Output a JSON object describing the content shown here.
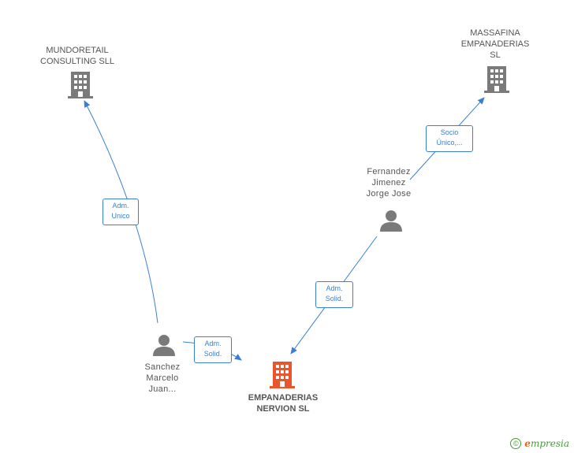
{
  "nodes": {
    "mundoretail": {
      "label": "MUNDORETAIL\nCONSULTING SLL",
      "icon": "building-icon",
      "color": "#7a7a7a"
    },
    "massafina": {
      "label": "MASSAFINA\nEMPANADERIAS\nSL",
      "icon": "building-icon",
      "color": "#7a7a7a"
    },
    "fernandez": {
      "label": "Fernandez\nJimenez\nJorge Jose",
      "icon": "person-icon",
      "color": "#7a7a7a"
    },
    "sanchez": {
      "label": "Sanchez\nMarcelo\nJuan...",
      "icon": "person-icon",
      "color": "#7a7a7a"
    },
    "empanaderias": {
      "label": "EMPANADERIAS\nNERVION SL",
      "icon": "building-icon",
      "color": "#e8552f"
    }
  },
  "edges": {
    "sanchez_mundoretail": {
      "label": "Adm.\nUnico"
    },
    "fernandez_massafina": {
      "label": "Socio\nÚnico,..."
    },
    "fernandez_empanaderias": {
      "label": "Adm.\nSolid."
    },
    "sanchez_empanaderias": {
      "label": "Adm.\nSolid."
    }
  },
  "colors": {
    "edge": "#3a7fd5"
  },
  "footer": {
    "copyright_symbol": "©",
    "brand_initial": "e",
    "brand_rest": "mpresia"
  }
}
